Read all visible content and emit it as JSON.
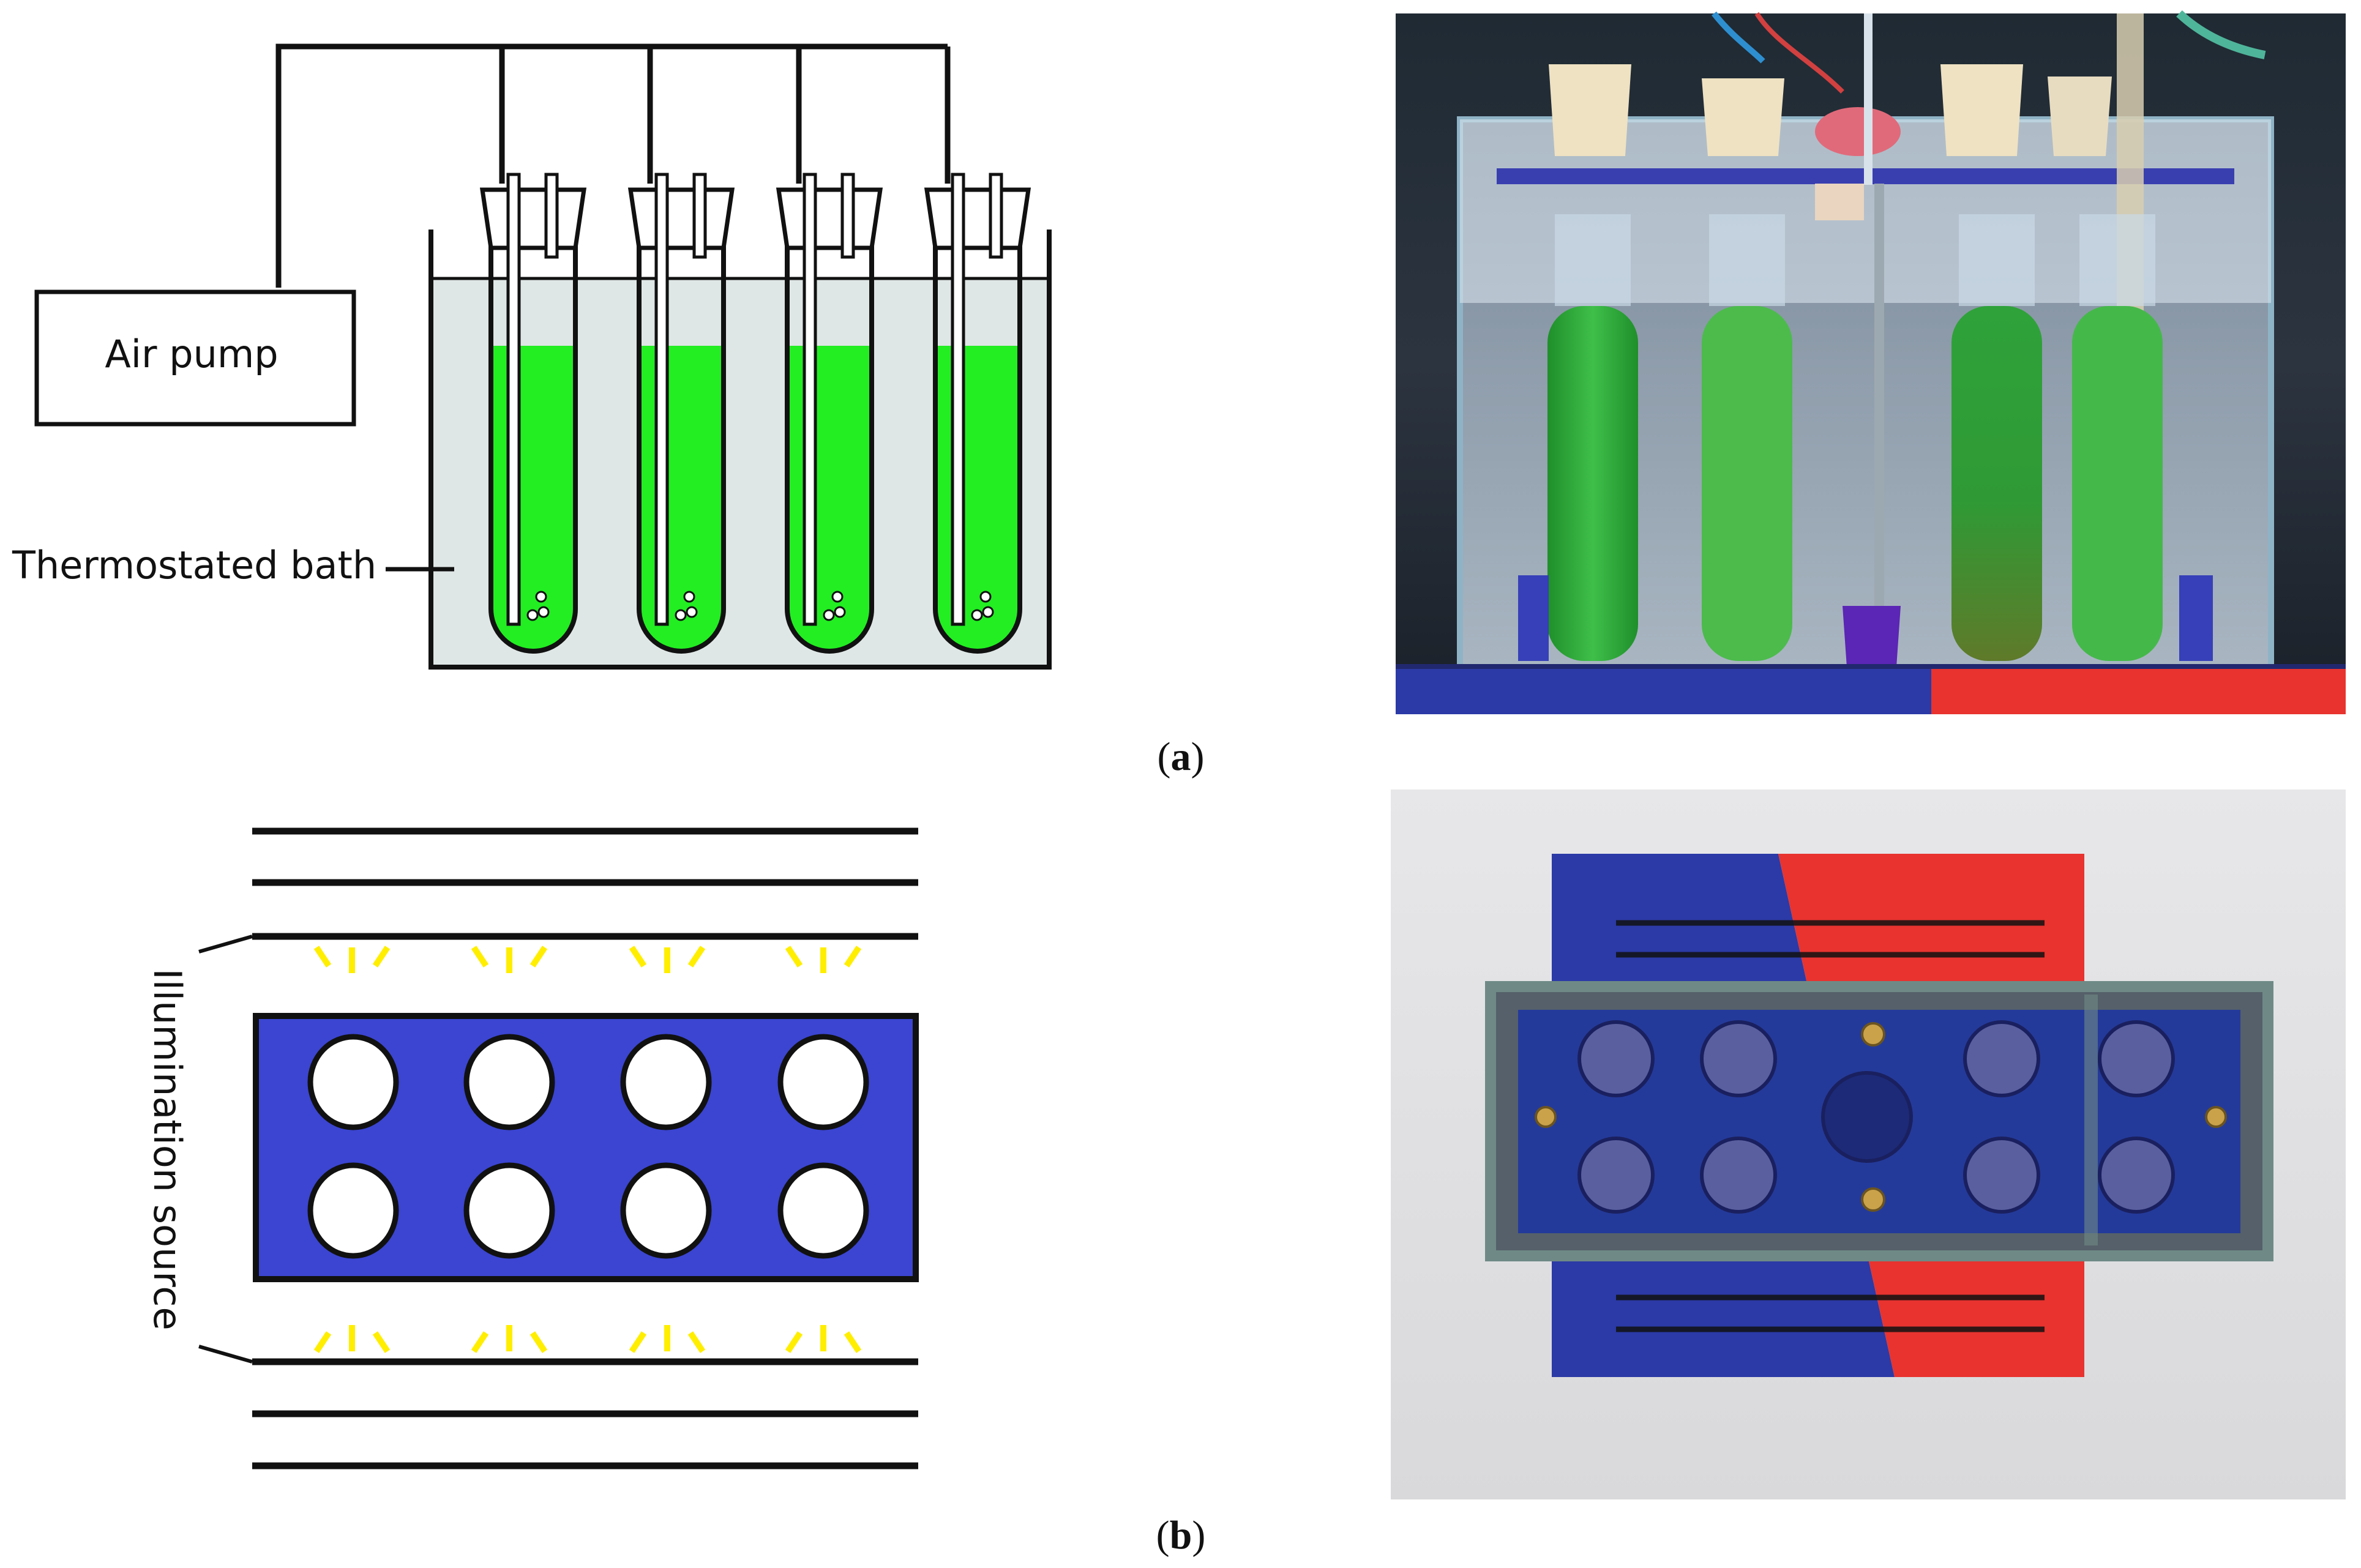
{
  "labels": {
    "air_pump": "Air pump",
    "bath": "Thermostated bath",
    "illumination": "Illumination source",
    "panel_a_open": "(",
    "panel_a_letter": "a",
    "panel_a_close": ")",
    "panel_b_open": "(",
    "panel_b_letter": "b",
    "panel_b_close": ")"
  },
  "colors": {
    "culture_green": "#22ee22",
    "bath_fill": "#dfe6e6",
    "tray_blue": "#3b45d1",
    "light_yellow": "#ffee00",
    "print_red": "#e8332f",
    "print_blue": "#2b3aa6",
    "outline": "#111111"
  },
  "panels": {
    "a": {
      "schematic_tubes": 4,
      "photo": "photo-bioreactor-side-view"
    },
    "b": {
      "tray_columns": 4,
      "tray_rows": 2,
      "light_groups": 4,
      "photo": "photo-tray-top-view"
    }
  }
}
